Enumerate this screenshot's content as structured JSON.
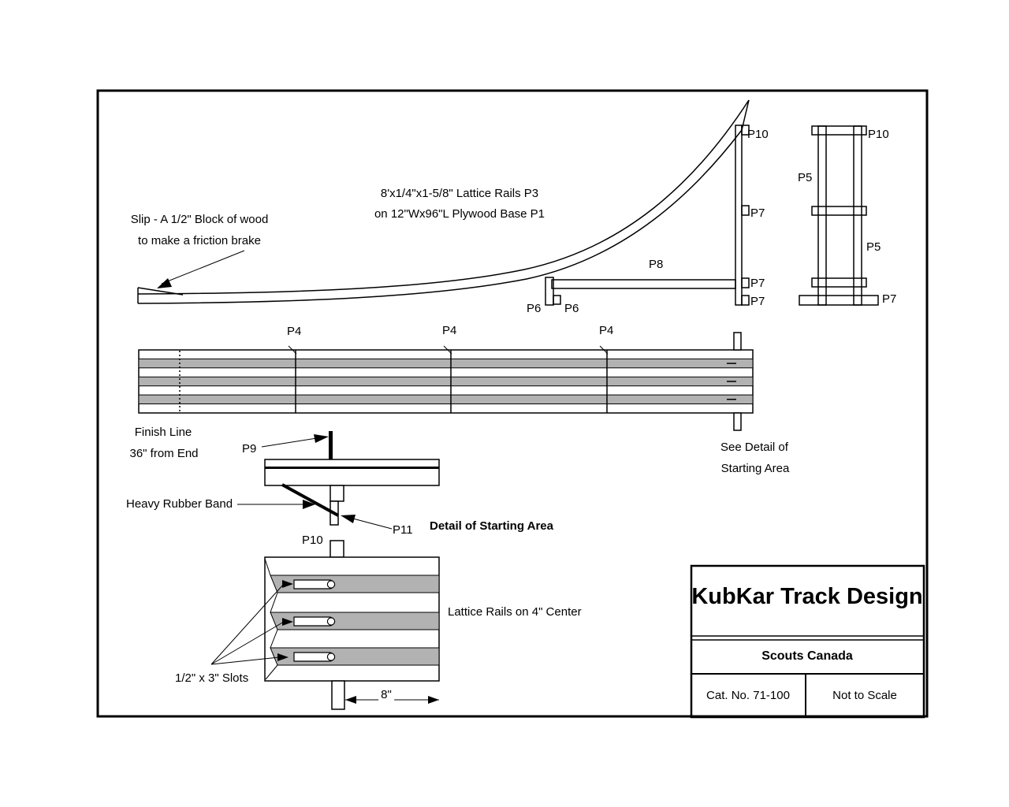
{
  "colors": {
    "rail_gray": "#b2b2b2",
    "ink": "#000000",
    "paper": "#ffffff"
  },
  "side_view": {
    "slip_note_1": "Slip - A 1/2\" Block of wood",
    "slip_note_2": "to make a friction brake",
    "rails_note_1": "8'x1/4\"x1-5/8\" Lattice Rails P3",
    "rails_note_2": "on 12\"Wx96\"L Plywood Base P1",
    "p10": "P10",
    "p7_top": "P7",
    "p8": "P8",
    "p7_mid": "P7",
    "p7_bot": "P7",
    "p6_left": "P6",
    "p6_right": "P6"
  },
  "front_view": {
    "p10": "P10",
    "p5_left": "P5",
    "p5_right": "P5",
    "p7": "P7"
  },
  "plan_view": {
    "p4_1": "P4",
    "p4_2": "P4",
    "p4_3": "P4",
    "finish_1": "Finish Line",
    "finish_2": "36\" from End",
    "see_detail_1": "See Detail of",
    "see_detail_2": "Starting Area"
  },
  "start_detail": {
    "p9": "P9",
    "rubber_band": "Heavy Rubber Band",
    "p11": "P11",
    "caption": "Detail of Starting Area",
    "p10": "P10",
    "slots": "1/2\" x 3\" Slots",
    "rails": "Lattice Rails on 4\" Center",
    "dim_8": "8\""
  },
  "title_block": {
    "title": "KubKar Track Design",
    "org": "Scouts Canada",
    "cat": "Cat. No. 71-100",
    "scale": "Not to Scale"
  }
}
